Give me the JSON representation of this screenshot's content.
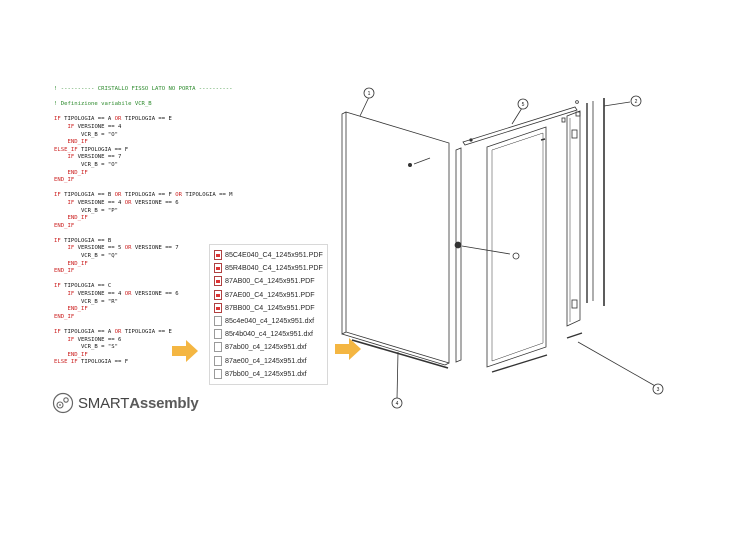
{
  "code": {
    "lines": [
      {
        "t": "! ---------- CRISTALLO FISSO LATO NO PORTA ----------",
        "cls": "cm"
      },
      {
        "t": "",
        "cls": "blank"
      },
      {
        "t": "! Definizione variabile VCR_B",
        "cls": "cm"
      },
      {
        "t": "",
        "cls": "blank"
      },
      {
        "t": "IF TIPOLOGIA == A OR TIPOLOGIA == E",
        "cls": ""
      },
      {
        "t": "    IF VERSIONE == 4",
        "cls": ""
      },
      {
        "t": "        VCR_B = \"O\"",
        "cls": ""
      },
      {
        "t": "    END_IF",
        "cls": ""
      },
      {
        "t": "ELSE_IF TIPOLOGIA == F",
        "cls": ""
      },
      {
        "t": "    IF VERSIONE == 7",
        "cls": ""
      },
      {
        "t": "        VCR_B = \"O\"",
        "cls": ""
      },
      {
        "t": "    END_IF",
        "cls": ""
      },
      {
        "t": "END_IF",
        "cls": ""
      },
      {
        "t": "",
        "cls": "blank"
      },
      {
        "t": "IF TIPOLOGIA == B OR TIPOLOGIA == F OR TIPOLOGIA == M",
        "cls": ""
      },
      {
        "t": "    IF VERSIONE == 4 OR VERSIONE == 6",
        "cls": ""
      },
      {
        "t": "        VCR_B = \"P\"",
        "cls": ""
      },
      {
        "t": "    END_IF",
        "cls": ""
      },
      {
        "t": "END_IF",
        "cls": ""
      },
      {
        "t": "",
        "cls": "blank"
      },
      {
        "t": "IF TIPOLOGIA == B",
        "cls": ""
      },
      {
        "t": "    IF VERSIONE == 5 OR VERSIONE == 7",
        "cls": ""
      },
      {
        "t": "        VCR_B = \"Q\"",
        "cls": ""
      },
      {
        "t": "    END_IF",
        "cls": ""
      },
      {
        "t": "END_IF",
        "cls": ""
      },
      {
        "t": "",
        "cls": "blank"
      },
      {
        "t": "IF TIPOLOGIA == C",
        "cls": ""
      },
      {
        "t": "    IF VERSIONE == 4 OR VERSIONE == 6",
        "cls": ""
      },
      {
        "t": "        VCR_B = \"R\"",
        "cls": ""
      },
      {
        "t": "    END_IF",
        "cls": ""
      },
      {
        "t": "END_IF",
        "cls": ""
      },
      {
        "t": "",
        "cls": "blank"
      },
      {
        "t": "IF TIPOLOGIA == A OR TIPOLOGIA == E",
        "cls": ""
      },
      {
        "t": "    IF VERSIONE == 6",
        "cls": ""
      },
      {
        "t": "        VCR_B = \"S\"",
        "cls": ""
      },
      {
        "t": "    END_IF",
        "cls": ""
      },
      {
        "t": "ELSE IF TIPOLOGIA == F",
        "cls": ""
      }
    ]
  },
  "files": [
    {
      "name": "85C4E040_C4_1245x951.PDF",
      "type": "pdf"
    },
    {
      "name": "85R4B040_C4_1245x951.PDF",
      "type": "pdf"
    },
    {
      "name": "87AB00_C4_1245x951.PDF",
      "type": "pdf"
    },
    {
      "name": "87AE00_C4_1245x951.PDF",
      "type": "pdf"
    },
    {
      "name": "87BB00_C4_1245x951.PDF",
      "type": "pdf"
    },
    {
      "name": "85c4e040_c4_1245x951.dxf",
      "type": "dxf"
    },
    {
      "name": "85r4b040_c4_1245x951.dxf",
      "type": "dxf"
    },
    {
      "name": "87ab00_c4_1245x951.dxf",
      "type": "dxf"
    },
    {
      "name": "87ae00_c4_1245x951.dxf",
      "type": "dxf"
    },
    {
      "name": "87bb00_c4_1245x951.dxf",
      "type": "dxf"
    }
  ],
  "logo": {
    "part1": "SMART",
    "part2": "Assembly",
    "icon": "gears-icon"
  },
  "callouts": [
    "1",
    "2",
    "3",
    "4",
    "5"
  ],
  "colors": {
    "arrow": "#f4b642",
    "keyword": "#cc2222",
    "comment": "#2e8b2e"
  }
}
